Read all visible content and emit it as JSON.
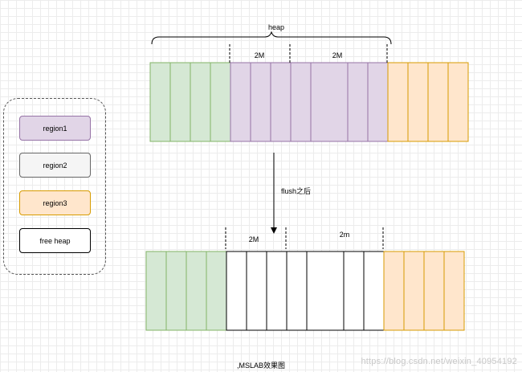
{
  "top_diagram": {
    "heap_label": "heap",
    "span_labels": [
      "2M",
      "2M"
    ],
    "colors": [
      "green",
      "green",
      "green",
      "green",
      "purple",
      "purple",
      "purple",
      "purple",
      "purple",
      "purple",
      "purple",
      "orange",
      "orange",
      "orange",
      "orange"
    ]
  },
  "arrow_label": "flush之后",
  "bottom_diagram": {
    "span_labels": [
      "2M",
      "2m"
    ],
    "colors": [
      "green",
      "green",
      "green",
      "green",
      "white",
      "white",
      "white",
      "white",
      "white",
      "white",
      "white",
      "orange",
      "orange",
      "orange",
      "orange"
    ]
  },
  "legend": {
    "items": [
      {
        "label": "region1",
        "fill": "#e1d5e7",
        "stroke": "#9673a6"
      },
      {
        "label": "region2",
        "fill": "#f5f5f5",
        "stroke": "#666666"
      },
      {
        "label": "region3",
        "fill": "#ffe6cc",
        "stroke": "#d79b00"
      },
      {
        "label": "free heap",
        "fill": "#ffffff",
        "stroke": "#000000"
      }
    ]
  },
  "palette": {
    "green": {
      "fill": "#d5e8d4",
      "stroke": "#82b366"
    },
    "purple": {
      "fill": "#e1d5e7",
      "stroke": "#9673a6"
    },
    "orange": {
      "fill": "#ffe6cc",
      "stroke": "#d79b00"
    },
    "white": {
      "fill": "#ffffff",
      "stroke": "#000000"
    }
  },
  "caption": ",MSLAB效果图",
  "watermark": "https://blog.csdn.net/weixin_40954192"
}
